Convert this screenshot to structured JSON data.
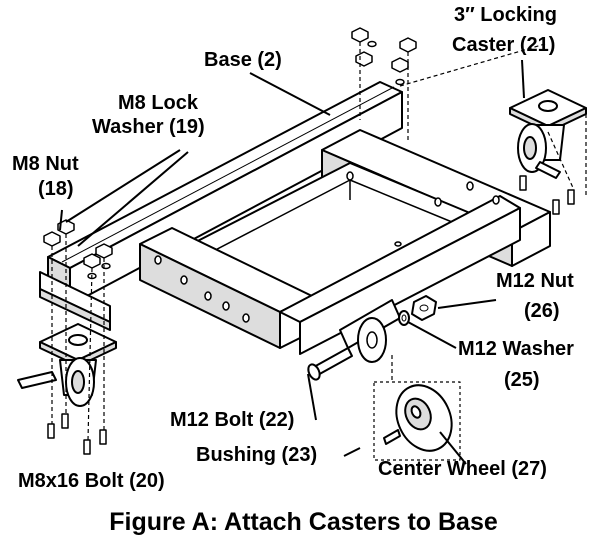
{
  "figure": {
    "caption": "Figure A:  Attach Casters to Base"
  },
  "labels": {
    "base": "Base (2)",
    "m8_lock_washer_line1": "M8 Lock",
    "m8_lock_washer_line2": "Washer (19)",
    "m8_nut_line1": "M8 Nut",
    "m8_nut_line2": "(18)",
    "locking_caster_line1": "3″ Locking",
    "locking_caster_line2": "Caster (21)",
    "m12_nut_line1": "M12 Nut",
    "m12_nut_line2": "(26)",
    "m12_washer_line1": "M12 Washer",
    "m12_washer_line2": "(25)",
    "m12_bolt": "M12 Bolt (22)",
    "bushing": "Bushing (23)",
    "m8x16_bolt": "M8x16 Bolt (20)",
    "center_wheel": "Center Wheel (27)"
  },
  "colors": {
    "line": "#000000",
    "fill": "#ffffff",
    "shade": "#dddddd"
  }
}
